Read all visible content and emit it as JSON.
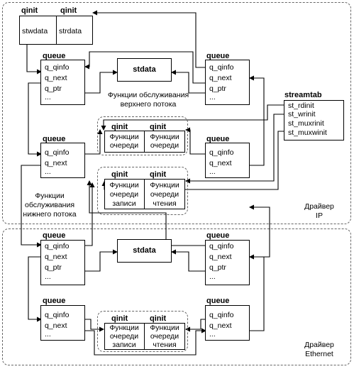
{
  "qinit_top": {
    "title_left": "qinit",
    "title_right": "qinit",
    "left": "stwdata",
    "right": "strdata"
  },
  "queue_title": "queue",
  "qinit_title": "qinit",
  "stdata": "stdata",
  "fields": {
    "qinfo": "q_qinfo",
    "next": "q_next",
    "ptr": "q_ptr",
    "ellipsis": "..."
  },
  "func": {
    "write": [
      "Функции",
      "очереди",
      "записи"
    ],
    "read": [
      "Функции",
      "очереди",
      "чтения"
    ]
  },
  "captions": {
    "upper": [
      "Функции обслуживания",
      "верхнего потока"
    ],
    "lower": [
      "Функции",
      "обслуживания",
      "нижнего потока"
    ]
  },
  "streamtab": {
    "title": "streamtab",
    "rows": [
      "st_rdinit",
      "st_wrinit",
      "st_muxrinit",
      "st_muxwinit"
    ]
  },
  "driver_ip": [
    "Драйвер",
    "IP"
  ],
  "driver_eth": [
    "Драйвер",
    "Ethernet"
  ]
}
